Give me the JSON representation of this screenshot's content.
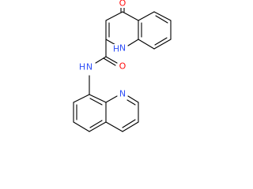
{
  "molecule": {
    "atom_colors": {
      "O": "#ff0d0d",
      "N": "#3050f8"
    },
    "atoms": [
      {
        "label": "O",
        "element": "O"
      },
      {
        "label": "H",
        "element": "N"
      },
      {
        "label": "N",
        "element": "N"
      },
      {
        "label": "O",
        "element": "O"
      },
      {
        "label": "N",
        "element": "N"
      },
      {
        "label": "H",
        "element": "N"
      },
      {
        "label": "N",
        "element": "N"
      }
    ]
  }
}
